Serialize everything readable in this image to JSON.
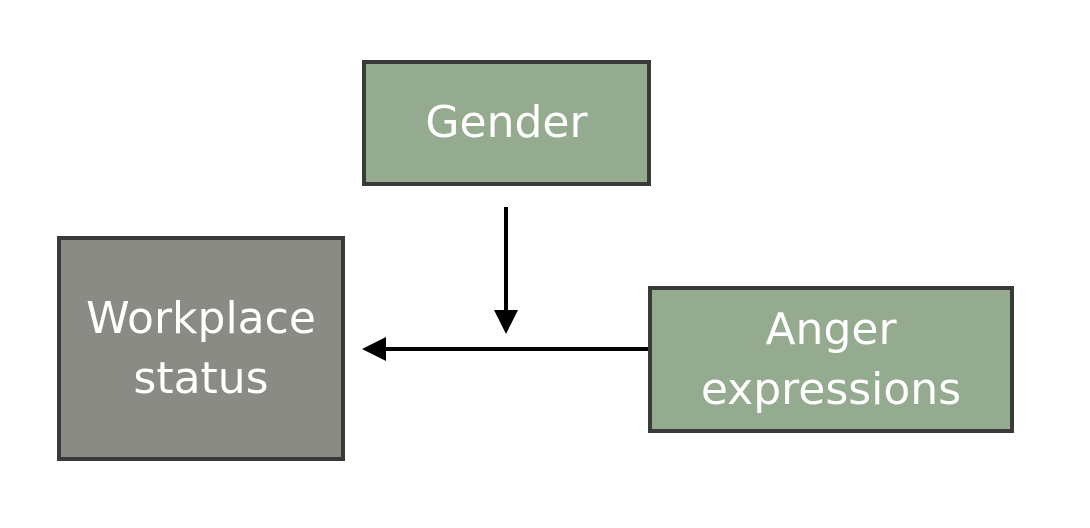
{
  "nodes": {
    "gender": {
      "lines": [
        "Gender"
      ],
      "fill": "#94ab8f"
    },
    "workplace_status": {
      "lines": [
        "Workplace",
        "status"
      ],
      "fill": "#8b8b85"
    },
    "anger_expressions": {
      "lines": [
        "Anger",
        "expressions"
      ],
      "fill": "#94ab8f"
    }
  },
  "edges": [
    {
      "from": "anger_expressions",
      "to": "workplace_status",
      "kind": "direct-effect"
    },
    {
      "from": "gender",
      "to": "anger-to-workplace-path",
      "kind": "moderation"
    }
  ],
  "colors": {
    "border": "#3a3a3a",
    "arrow": "#000000",
    "text": "#ffffff"
  }
}
